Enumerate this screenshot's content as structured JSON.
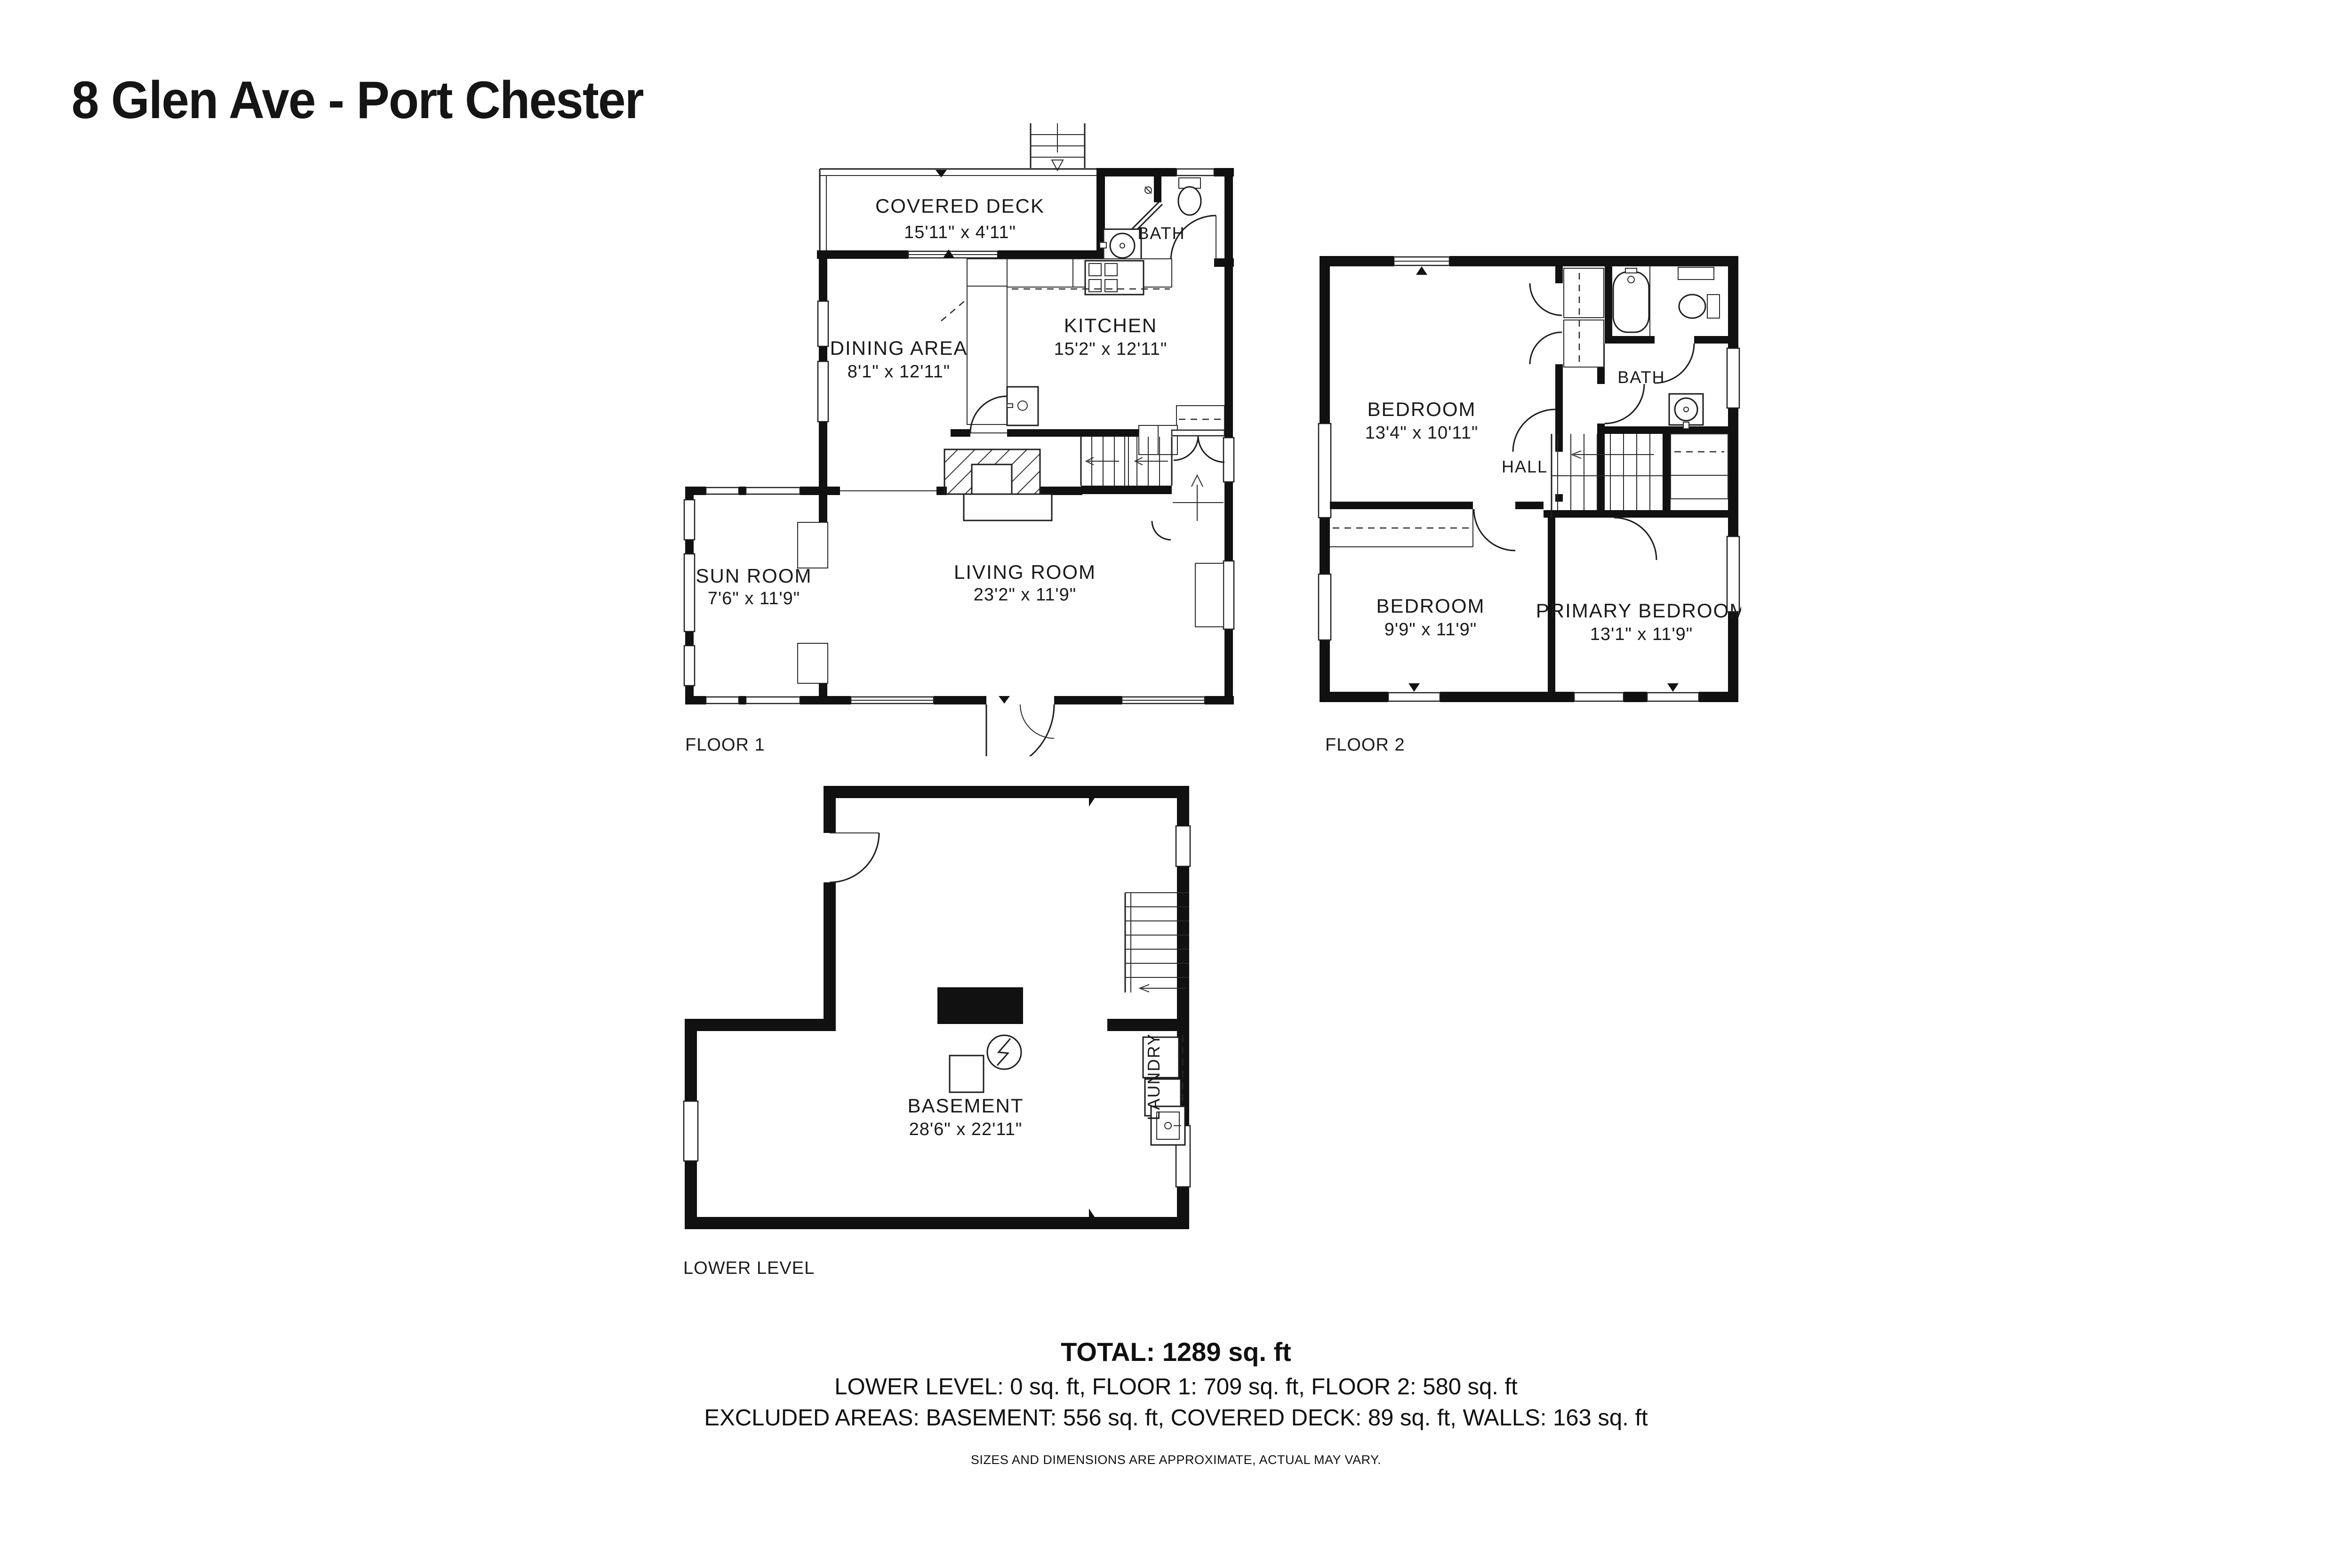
{
  "title": "8 Glen Ave - Port Chester",
  "floor1": {
    "label": "FLOOR 1",
    "rooms": {
      "covered_deck": {
        "name": "COVERED DECK",
        "dims": "15'11\" x 4'11\""
      },
      "bath": {
        "name": "BATH"
      },
      "kitchen": {
        "name": "KITCHEN",
        "dims": "15'2\" x 12'11\""
      },
      "dining": {
        "name": "DINING AREA",
        "dims": "8'1\" x 12'11\""
      },
      "sun_room": {
        "name": "SUN ROOM",
        "dims": "7'6\" x 11'9\""
      },
      "living": {
        "name": "LIVING ROOM",
        "dims": "23'2\" x 11'9\""
      }
    }
  },
  "floor2": {
    "label": "FLOOR 2",
    "rooms": {
      "bedroom1": {
        "name": "BEDROOM",
        "dims": "13'4\" x 10'11\""
      },
      "bath": {
        "name": "BATH"
      },
      "hall": {
        "name": "HALL"
      },
      "bedroom2": {
        "name": "BEDROOM",
        "dims": "9'9\" x 11'9\""
      },
      "primary": {
        "name": "PRIMARY BEDROOM",
        "dims": "13'1\" x 11'9\""
      }
    }
  },
  "lower": {
    "label": "LOWER LEVEL",
    "rooms": {
      "basement": {
        "name": "BASEMENT",
        "dims": "28'6\" x 22'11\""
      },
      "laundry": {
        "name": "LAUNDRY"
      }
    }
  },
  "summary": {
    "total": "TOTAL: 1289 sq. ft",
    "line2": "LOWER LEVEL: 0 sq. ft, FLOOR 1: 709 sq. ft, FLOOR 2: 580 sq. ft",
    "line3": "EXCLUDED AREAS: BASEMENT: 556 sq. ft, COVERED DECK: 89 sq. ft, WALLS: 163 sq. ft",
    "disclaimer": "SIZES AND DIMENSIONS ARE APPROXIMATE, ACTUAL MAY VARY."
  },
  "colors": {
    "wall": "#111111",
    "line": "#2a2a2a",
    "text": "#1a1a1a",
    "background": "#ffffff"
  }
}
